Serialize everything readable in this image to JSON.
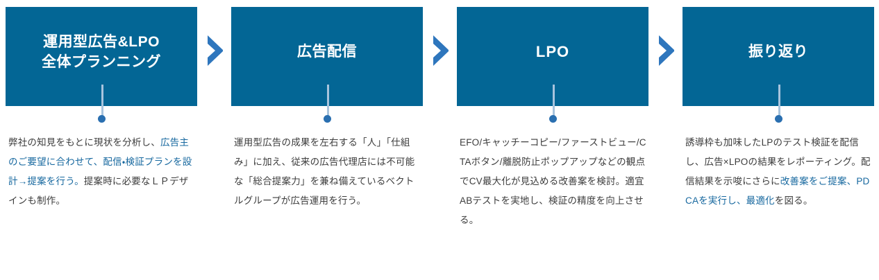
{
  "theme": {
    "card_bg": "#036695",
    "card_text": "#ffffff",
    "body_text": "#3c3c3c",
    "highlight_text": "#17689f",
    "connector_line": "#a8c4dd",
    "connector_dot": "#2a6fb0",
    "chevron": "#2e76bd",
    "page_bg": "#ffffff"
  },
  "steps": [
    {
      "title": "運用型広告&LPO\n全体プランニング",
      "body_segments": [
        {
          "text": "弊社の知見をもとに現状を分析し、",
          "highlight": false
        },
        {
          "text": "広告主のご要望に合わせて、配信・検証プランを設計→提案を行う。",
          "highlight": true
        },
        {
          "text": "提案時に必要なＬＰデザインも制作。",
          "highlight": false
        }
      ]
    },
    {
      "title": "広告配信",
      "body_segments": [
        {
          "text": "運用型広告の成果を左右する「人」「仕組み」に加え、従来の広告代理店には不可能な「総合提案力」を兼ね備えているベクトルグループが広告運用を行う。",
          "highlight": false
        }
      ]
    },
    {
      "title": "LPO",
      "body_segments": [
        {
          "text": "EFO/キャッチーコピー/ファーストビュー/CTAボタン/離脱防止ポップアップなどの観点でCV最大化が見込める改善案を検討。適宜ABテストを実地し、検証の精度を向上させる。",
          "highlight": false
        }
      ]
    },
    {
      "title": "振り返り",
      "body_segments": [
        {
          "text": "誘導枠も加味したLPのテスト検証を配信し、広告×LPOの結果をレポーティング。配信結果を示唆にさらに",
          "highlight": false
        },
        {
          "text": "改善案をご提案、PDCAを実行し、最適化",
          "highlight": true
        },
        {
          "text": "を図る。",
          "highlight": false
        }
      ]
    }
  ],
  "separators": [
    {
      "name": "chevron-right-icon"
    },
    {
      "name": "chevron-right-icon"
    },
    {
      "name": "chevron-right-icon"
    }
  ]
}
